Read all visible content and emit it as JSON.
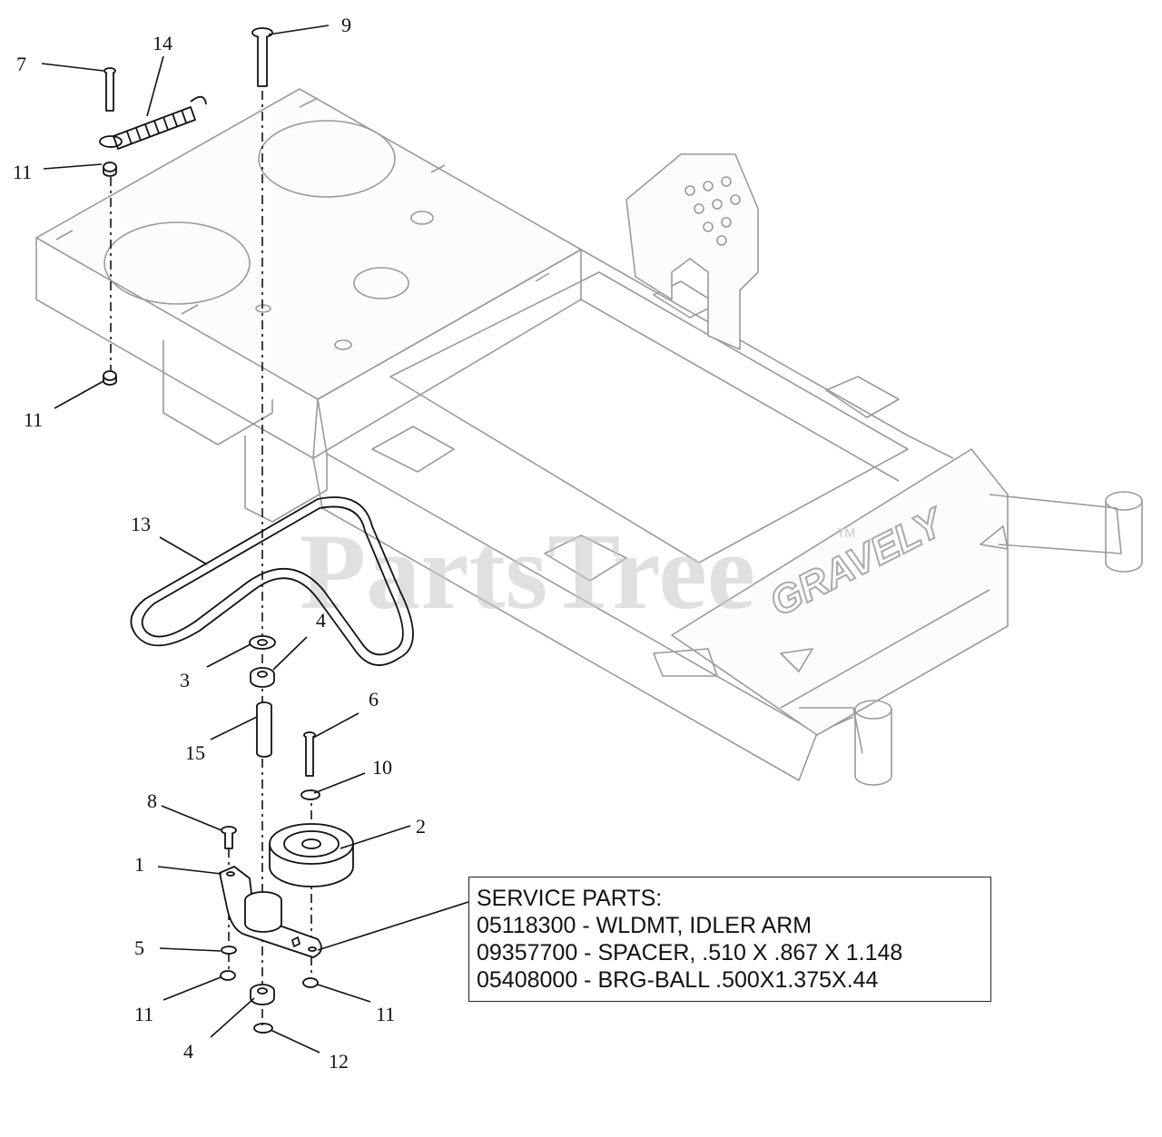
{
  "watermark": "PartsTree",
  "watermark_tm": "TM",
  "brand_text": "GRAVELY",
  "callouts": [
    {
      "id": "c7",
      "label": "7"
    },
    {
      "id": "c14",
      "label": "14"
    },
    {
      "id": "c9",
      "label": "9"
    },
    {
      "id": "c11a",
      "label": "11"
    },
    {
      "id": "c11b",
      "label": "11"
    },
    {
      "id": "c13",
      "label": "13"
    },
    {
      "id": "c4a",
      "label": "4"
    },
    {
      "id": "c3",
      "label": "3"
    },
    {
      "id": "c6",
      "label": "6"
    },
    {
      "id": "c15",
      "label": "15"
    },
    {
      "id": "c10",
      "label": "10"
    },
    {
      "id": "c8",
      "label": "8"
    },
    {
      "id": "c2",
      "label": "2"
    },
    {
      "id": "c1",
      "label": "1"
    },
    {
      "id": "c5",
      "label": "5"
    },
    {
      "id": "c11c",
      "label": "11"
    },
    {
      "id": "c11d",
      "label": "11"
    },
    {
      "id": "c4b",
      "label": "4"
    },
    {
      "id": "c12",
      "label": "12"
    }
  ],
  "service_parts": {
    "title": "SERVICE PARTS:",
    "lines": [
      "05118300 - WLDMT, IDLER ARM",
      "09357700 - SPACER, .510 X .867 X 1.148",
      "05408000 - BRG-BALL .500X1.375X.44"
    ]
  }
}
